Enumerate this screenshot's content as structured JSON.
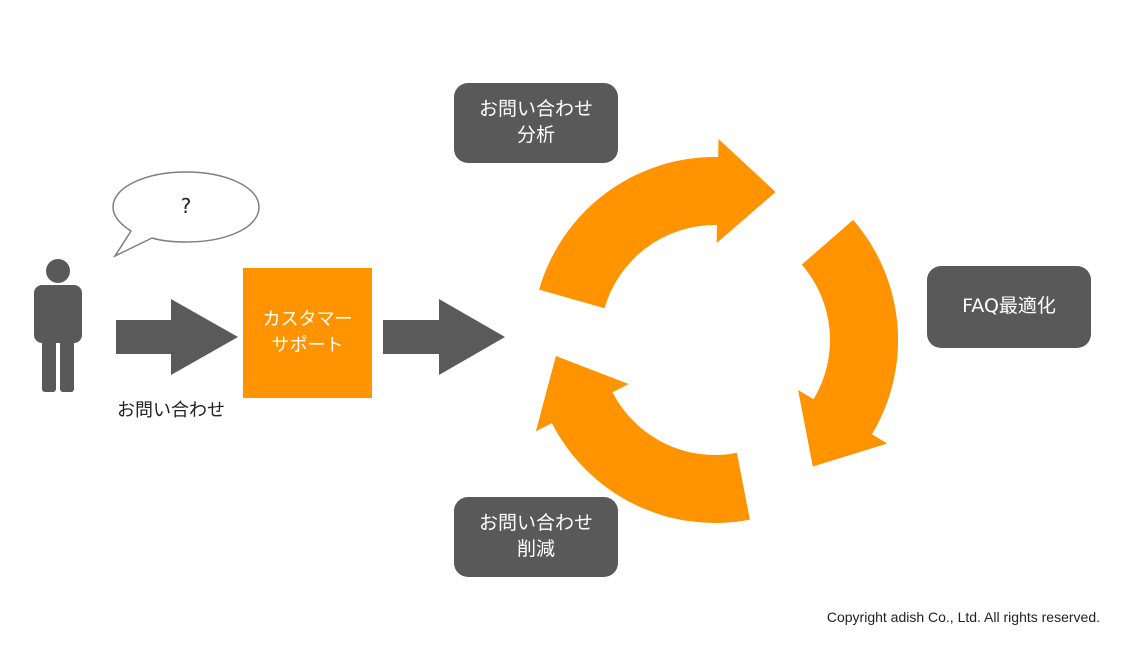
{
  "colors": {
    "orange": "#FF9300",
    "dark_gray": "#595959",
    "arrow_gray": "#5A5A5A",
    "person_gray": "#595959",
    "bubble_stroke": "#7F7F7F"
  },
  "person": {
    "icon": "person-icon",
    "caption": "お問い合わせ"
  },
  "speech_bubble": {
    "text": "?"
  },
  "customer_support": {
    "label": "カスタマー\nサポート"
  },
  "cycle": {
    "steps": [
      {
        "label": "お問い合わせ\n分析"
      },
      {
        "label": "FAQ最適化"
      },
      {
        "label": "お問い合わせ\n削減"
      }
    ]
  },
  "footer": {
    "copyright": "Copyright adish Co., Ltd. All rights reserved."
  }
}
